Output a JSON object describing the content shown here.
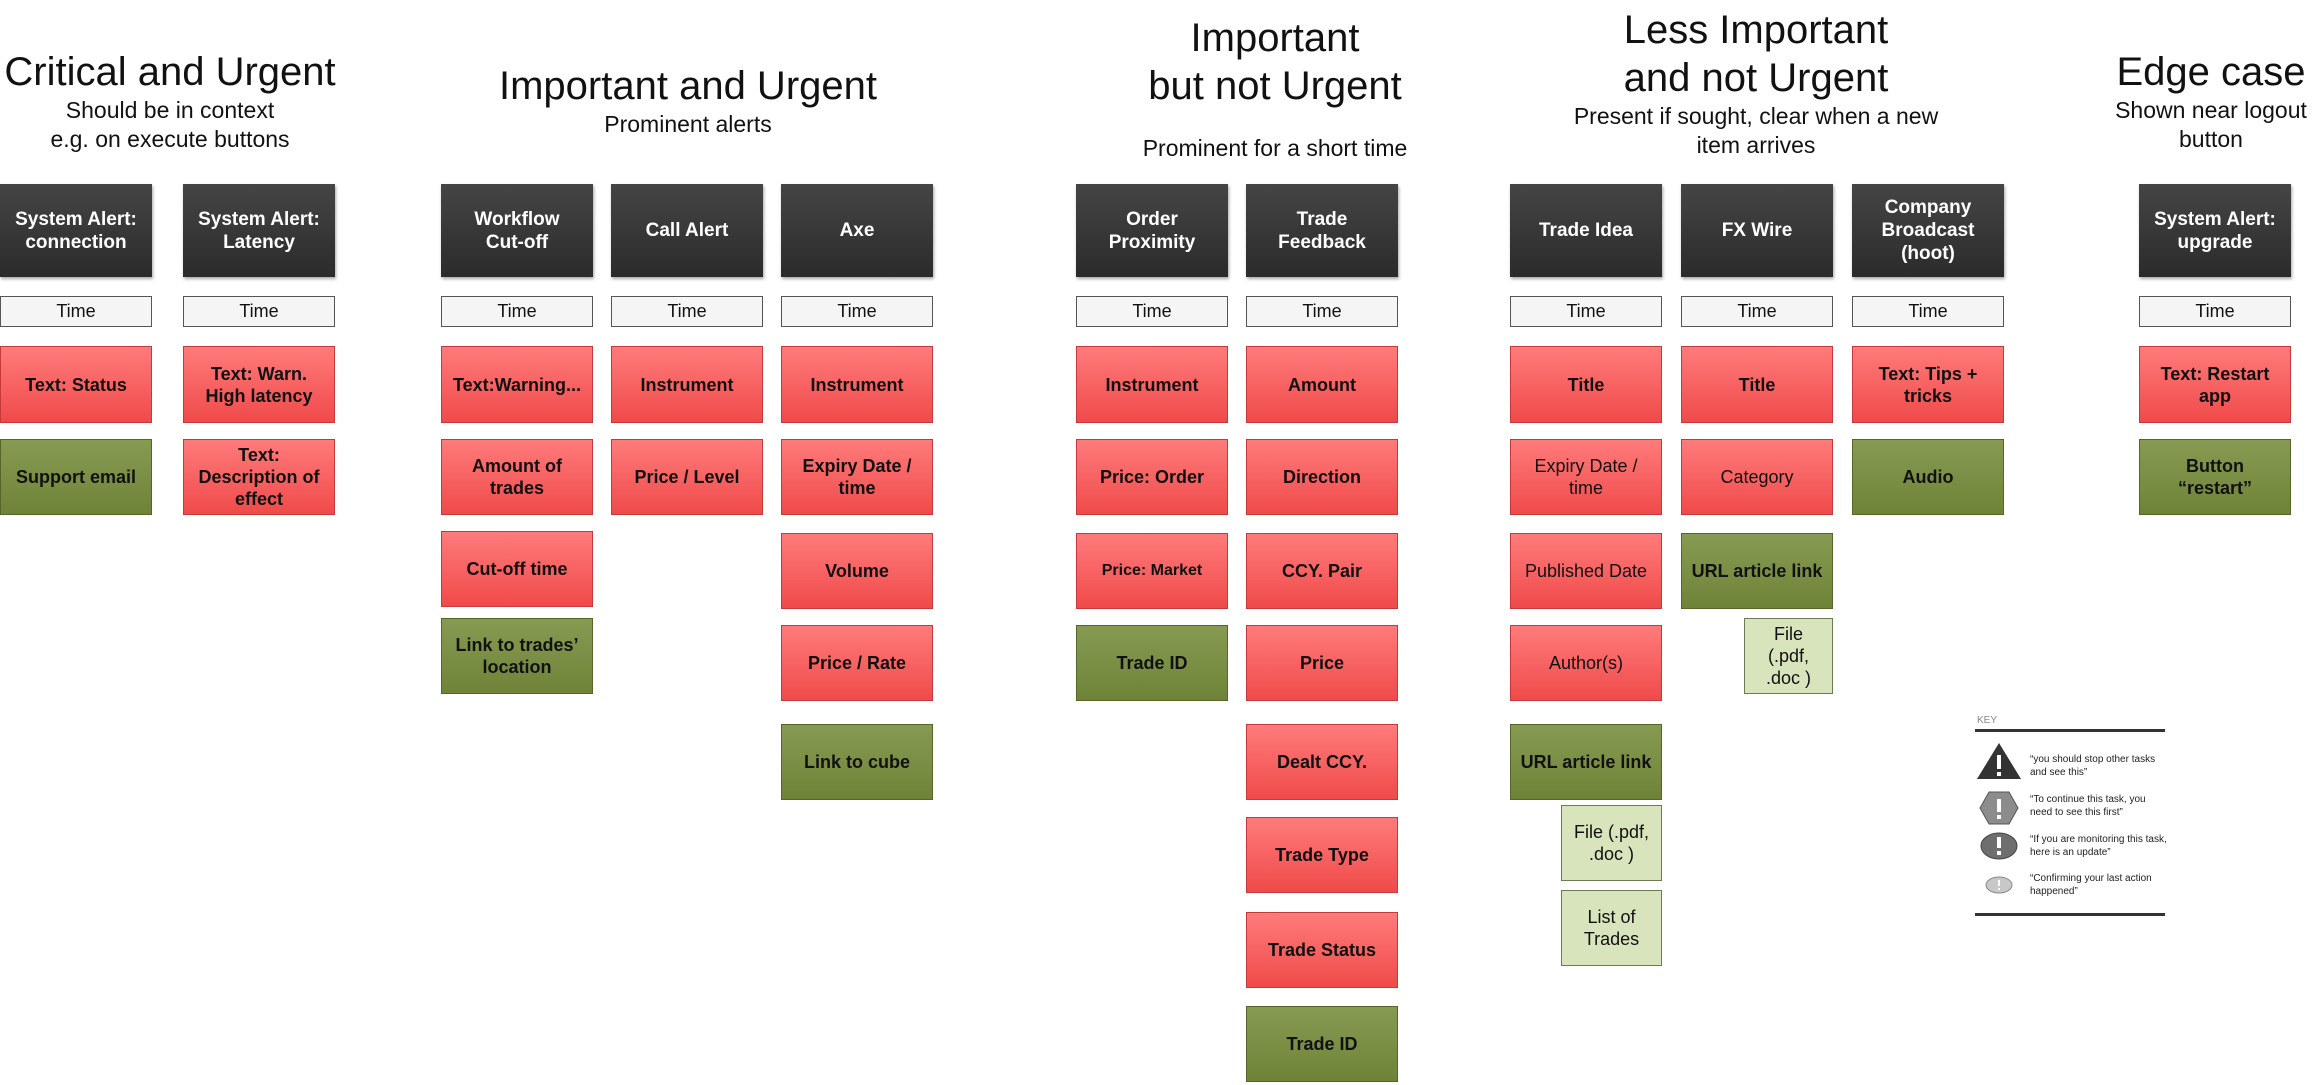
{
  "headings": {
    "critical": {
      "title": "Critical and Urgent",
      "subtitle": "Should be in context\ne.g. on execute buttons"
    },
    "important_urgent": {
      "title": "Important and Urgent",
      "subtitle": "Prominent alerts"
    },
    "important_not_urgent": {
      "title": "Important\nbut not Urgent",
      "subtitle": "Prominent for a short time"
    },
    "less_important": {
      "title": "Less Important\nand not Urgent",
      "subtitle": "Present if sought, clear when a new\nitem arrives"
    },
    "edge_case": {
      "title": "Edge case",
      "subtitle": "Shown near logout\nbutton"
    }
  },
  "columns": {
    "sys_conn": {
      "header": "System Alert:\nconnection",
      "time": "Time",
      "items": [
        "Text: Status",
        "Support email"
      ]
    },
    "sys_latency": {
      "header": "System Alert:\nLatency",
      "time": "Time",
      "items": [
        "Text: Warn.\nHigh latency",
        "Text:\nDescription of\neffect"
      ]
    },
    "workflow": {
      "header": "Workflow\nCut-off",
      "time": "Time",
      "items": [
        "Text:Warning...",
        "Amount of\ntrades",
        "Cut-off time",
        "Link to trades’\nlocation"
      ]
    },
    "call_alert": {
      "header": "Call Alert",
      "time": "Time",
      "items": [
        "Instrument",
        "Price / Level"
      ]
    },
    "axe": {
      "header": "Axe",
      "time": "Time",
      "items": [
        "Instrument",
        "Expiry Date /\ntime",
        "Volume",
        "Price / Rate",
        "Link to cube"
      ]
    },
    "order_prox": {
      "header": "Order\nProximity",
      "time": "Time",
      "items": [
        "Instrument",
        "Price: Order",
        "Price: Market",
        "Trade ID"
      ]
    },
    "trade_feedback": {
      "header": "Trade\nFeedback",
      "time": "Time",
      "items": [
        "Amount",
        "Direction",
        "CCY. Pair",
        "Price",
        "Dealt CCY.",
        "Trade Type",
        "Trade Status",
        "Trade ID"
      ]
    },
    "trade_idea": {
      "header": "Trade Idea",
      "time": "Time",
      "items": [
        "Title",
        "Expiry Date /\ntime",
        "Published Date",
        "Author(s)",
        "URL article link",
        "File (.pdf,\n.doc )",
        "List of\nTrades"
      ]
    },
    "fx_wire": {
      "header": "FX Wire",
      "time": "Time",
      "items": [
        "Title",
        "Category",
        "URL article link",
        "File\n(.pdf,\n.doc )"
      ]
    },
    "company_broadcast": {
      "header": "Company\nBroadcast\n(hoot)",
      "time": "Time",
      "items": [
        "Text: Tips +\ntricks",
        "Audio"
      ]
    },
    "sys_upgrade": {
      "header": "System Alert:\nupgrade",
      "time": "Time",
      "items": [
        "Text: Restart\napp",
        "Button\n“restart”"
      ]
    }
  },
  "key": {
    "title": "KEY",
    "entries": [
      {
        "text": "“you should stop other tasks and see this”",
        "icon": "triangle-exclamation-icon",
        "color": "#333333"
      },
      {
        "text": "“To continue this task, you need to see this first”",
        "icon": "hexagon-exclamation-icon",
        "color": "#8c8c8c"
      },
      {
        "text": "“If you are monitoring this task, here is an update”",
        "icon": "ellipse-exclamation-icon",
        "color": "#6e6e6e"
      },
      {
        "text": "“Confirming your last action happened”",
        "icon": "small-ellipse-exclamation-icon",
        "color": "#c8c8c8"
      }
    ]
  },
  "colors": {
    "header": "#333333",
    "red": "#f75f5f",
    "green": "#7a8e44",
    "pale_green": "#d8e4bc"
  }
}
